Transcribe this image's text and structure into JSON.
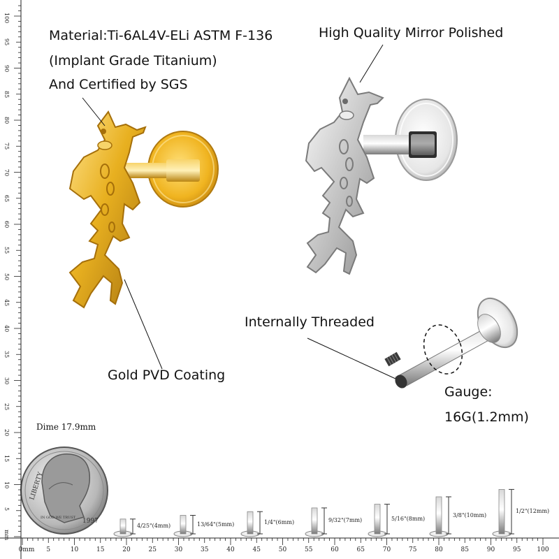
{
  "labels": {
    "material_line1": "Material:Ti-6AL4V-ELi ASTM F-136",
    "material_line2": "(Implant Grade Titanium)",
    "material_line3": "And Certified by SGS",
    "mirror": "High Quality Mirror Polished",
    "threaded": "Internally Threaded",
    "gold": "Gold PVD Coating",
    "gauge_line1": "Gauge:",
    "gauge_line2": "16G(1.2mm)",
    "dime": "Dime 17.9mm"
  },
  "coin": {
    "top_text": "LIBERTY",
    "motto": "IN GOD WE TRUST",
    "year": "1997"
  },
  "ruler": {
    "x_unit": "mm",
    "y_unit": "mm",
    "x_labels": [
      "0mm",
      "5",
      "10",
      "15",
      "20",
      "25",
      "30",
      "35",
      "40",
      "45",
      "50",
      "55",
      "60",
      "65",
      "70",
      "75",
      "80",
      "85",
      "90",
      "95",
      "100"
    ],
    "y_labels": [
      "mm",
      "5",
      "10",
      "15",
      "20",
      "25",
      "30",
      "35",
      "40",
      "45",
      "50",
      "55",
      "60",
      "65",
      "70",
      "75",
      "80",
      "85",
      "90",
      "95",
      "100"
    ]
  },
  "sizes": [
    {
      "label": "4/25\"(4mm)",
      "length_mm": 4
    },
    {
      "label": "13/64\"(5mm)",
      "length_mm": 5
    },
    {
      "label": "1/4\"(6mm)",
      "length_mm": 6
    },
    {
      "label": "9/32\"(7mm)",
      "length_mm": 7
    },
    {
      "label": "5/16\"(8mm)",
      "length_mm": 8
    },
    {
      "label": "3/8\"(10mm)",
      "length_mm": 10
    },
    {
      "label": "1/2\"(12mm)",
      "length_mm": 12
    }
  ],
  "colors": {
    "gold": "#E8B020",
    "silver": "#C8C8C8",
    "text": "#111111"
  }
}
